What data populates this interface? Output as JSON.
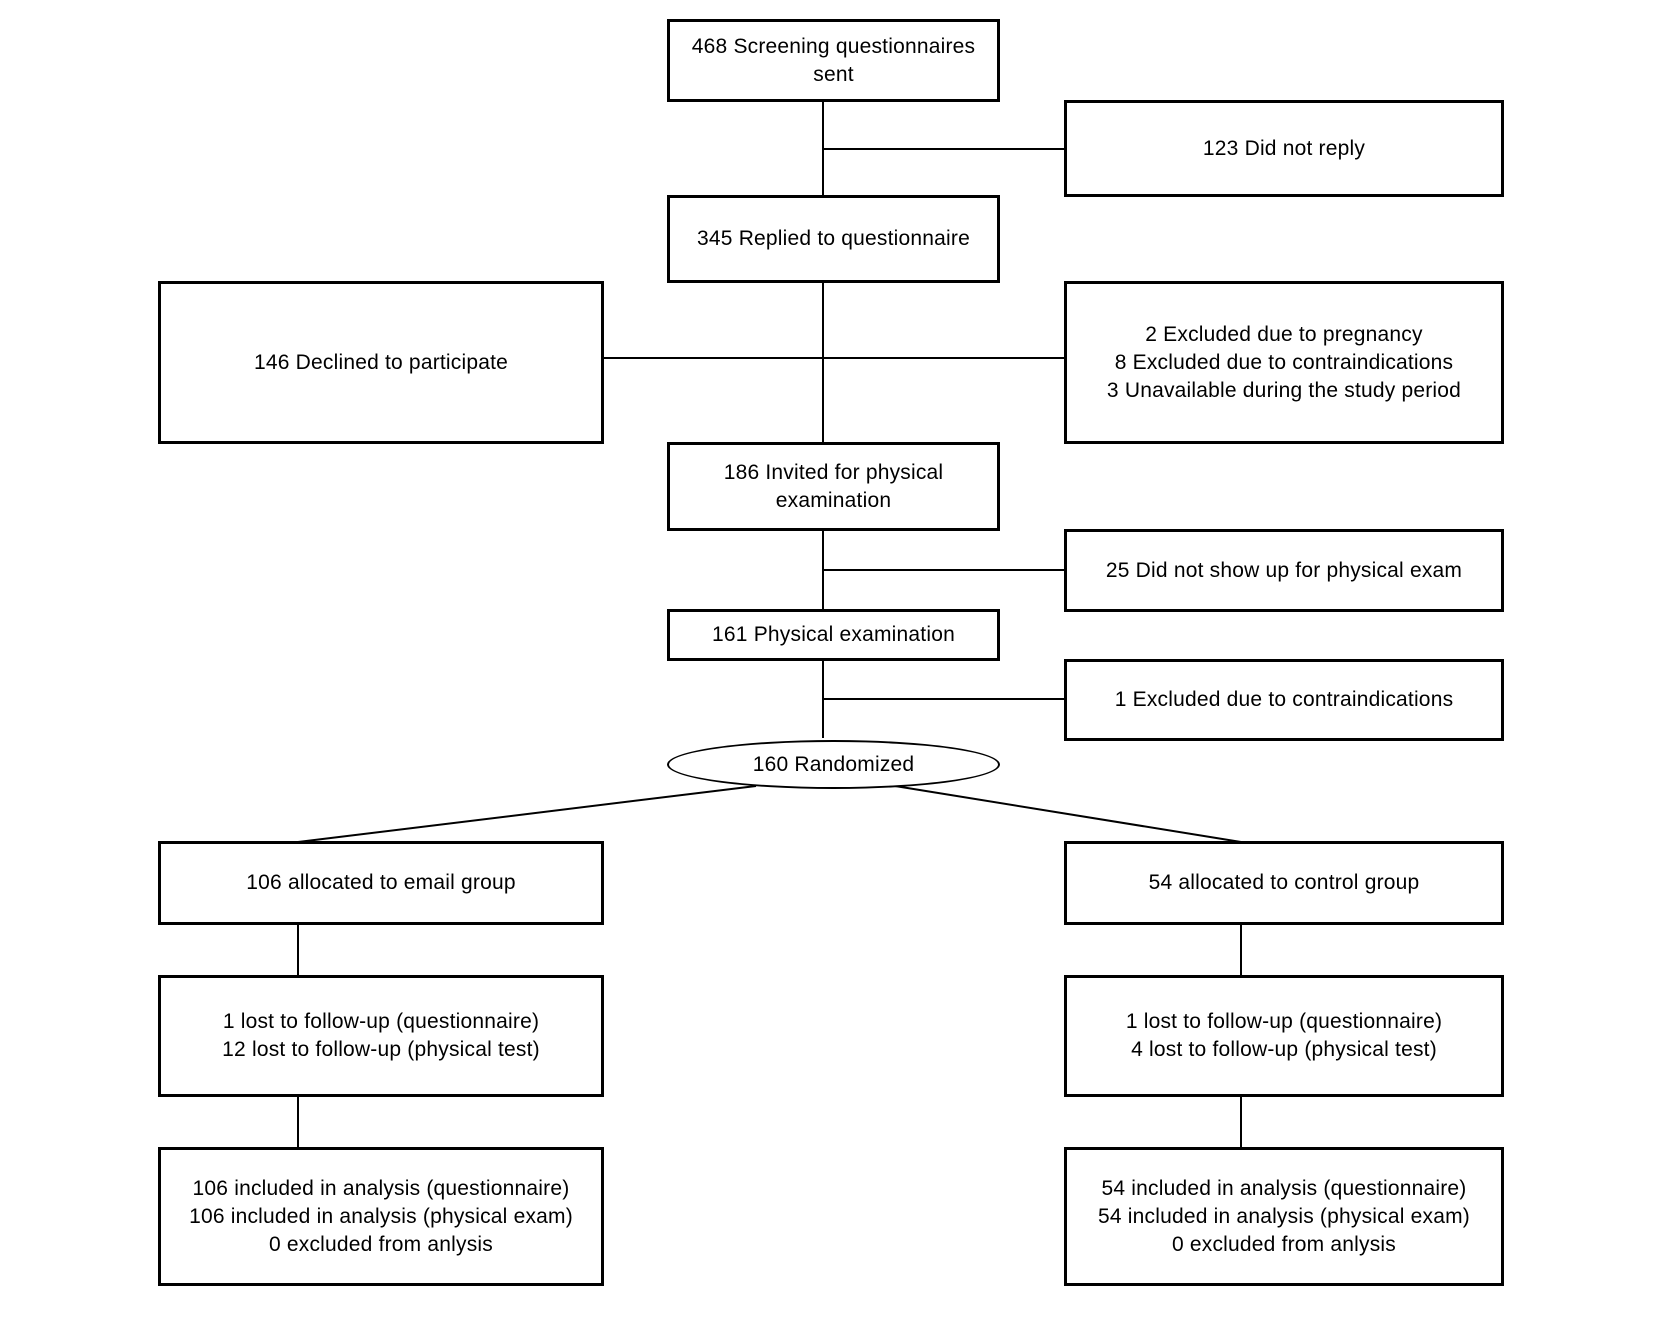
{
  "flowchart": {
    "screening_sent": "468 Screening questionnaires\nsent",
    "did_not_reply": "123 Did not reply",
    "replied": "345 Replied to questionnaire",
    "declined": "146 Declined to participate",
    "excluded_reasons": "2 Excluded due to pregnancy\n8 Excluded due to contraindications\n3 Unavailable during the study period",
    "invited": "186 Invited for physical\nexamination",
    "no_show": "25 Did not show up for physical exam",
    "physical_exam": "161 Physical examination",
    "excluded_contra": "1 Excluded due to contraindications",
    "randomized": "160 Randomized",
    "email_group": {
      "allocated": "106 allocated to email group",
      "lost": "1 lost to follow-up (questionnaire)\n12 lost to follow-up (physical test)",
      "analysis": "106 included in analysis (questionnaire)\n106 included in analysis (physical exam)\n0 excluded from anlysis"
    },
    "control_group": {
      "allocated": "54 allocated to control group",
      "lost": "1 lost to follow-up (questionnaire)\n4 lost to follow-up (physical test)",
      "analysis": "54 included in analysis (questionnaire)\n54 included in analysis (physical exam)\n0 excluded from anlysis"
    }
  }
}
